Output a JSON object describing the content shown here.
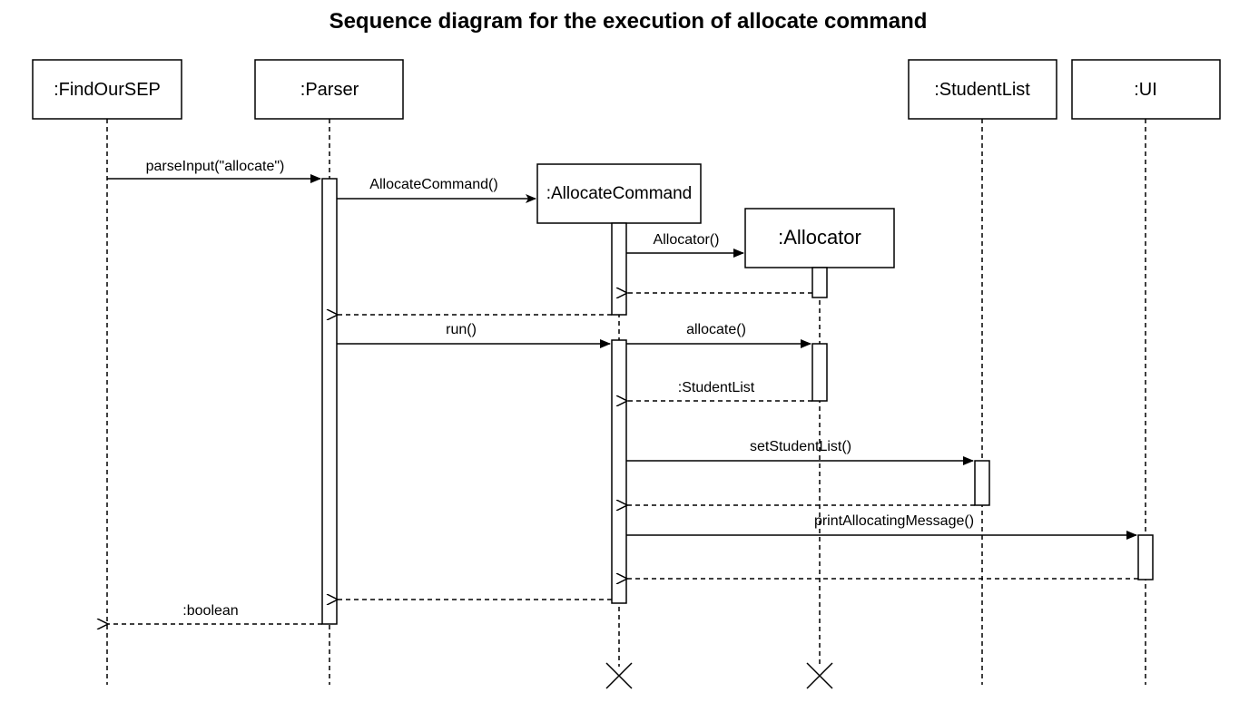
{
  "title": "Sequence diagram for the execution of allocate command",
  "participants": [
    {
      "id": "findoursep",
      "label": ":FindOurSEP"
    },
    {
      "id": "parser",
      "label": ":Parser"
    },
    {
      "id": "allocatecommand",
      "label": ":AllocateCommand"
    },
    {
      "id": "allocator",
      "label": ":Allocator"
    },
    {
      "id": "studentlist",
      "label": ":StudentList"
    },
    {
      "id": "ui",
      "label": ":UI"
    }
  ],
  "messages": [
    {
      "id": "parse-input",
      "label": "parseInput(\"allocate\")",
      "kind": "sync",
      "from": "findoursep",
      "to": "parser"
    },
    {
      "id": "create-allocate-command",
      "label": "AllocateCommand()",
      "kind": "create",
      "from": "parser",
      "to": "allocatecommand"
    },
    {
      "id": "create-allocator",
      "label": "Allocator()",
      "kind": "create",
      "from": "allocatecommand",
      "to": "allocator"
    },
    {
      "id": "return-allocator",
      "label": "",
      "kind": "return",
      "from": "allocator",
      "to": "allocatecommand"
    },
    {
      "id": "return-allocate-command",
      "label": "",
      "kind": "return",
      "from": "allocatecommand",
      "to": "parser"
    },
    {
      "id": "run",
      "label": "run()",
      "kind": "sync",
      "from": "parser",
      "to": "allocatecommand"
    },
    {
      "id": "allocate",
      "label": "allocate()",
      "kind": "sync",
      "from": "allocatecommand",
      "to": "allocator"
    },
    {
      "id": "return-studentlist",
      "label": ":StudentList",
      "kind": "return",
      "from": "allocator",
      "to": "allocatecommand"
    },
    {
      "id": "set-student-list",
      "label": "setStudentList()",
      "kind": "sync",
      "from": "allocatecommand",
      "to": "studentlist"
    },
    {
      "id": "return-set-student-list",
      "label": "",
      "kind": "return",
      "from": "studentlist",
      "to": "allocatecommand"
    },
    {
      "id": "print-allocating-message",
      "label": "printAllocatingMessage()",
      "kind": "sync",
      "from": "allocatecommand",
      "to": "ui"
    },
    {
      "id": "return-print",
      "label": "",
      "kind": "return",
      "from": "ui",
      "to": "allocatecommand"
    },
    {
      "id": "return-run",
      "label": "",
      "kind": "return",
      "from": "allocatecommand",
      "to": "parser"
    },
    {
      "id": "return-boolean",
      "label": ":boolean",
      "kind": "return",
      "from": "parser",
      "to": "findoursep"
    }
  ],
  "destroyed": [
    "allocatecommand",
    "allocator"
  ]
}
